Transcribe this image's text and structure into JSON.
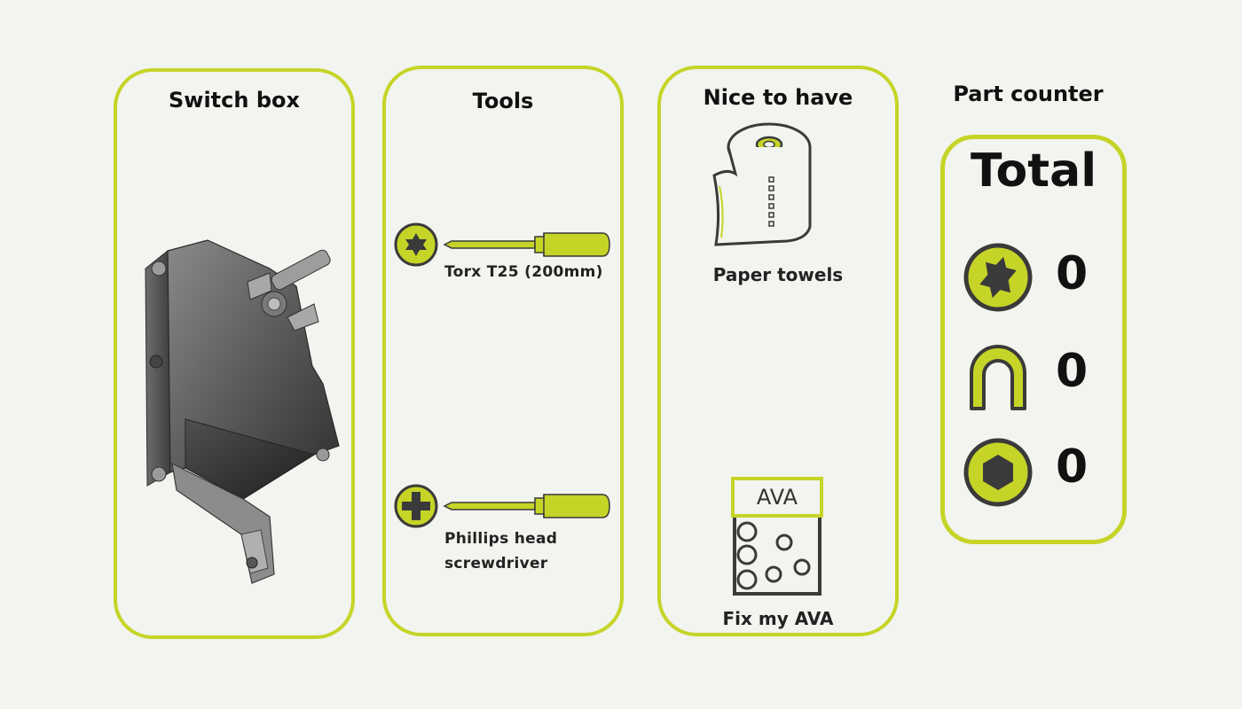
{
  "panels": {
    "switch_box": {
      "title": "Switch box"
    },
    "tools": {
      "title": "Tools",
      "items": [
        {
          "label": "Torx T25 (200mm)",
          "icon": "torx-screwdriver-icon"
        },
        {
          "label_line1": "Phillips head",
          "label_line2": "screwdriver",
          "icon": "phillips-screwdriver-icon"
        }
      ]
    },
    "nice_to_have": {
      "title": "Nice to have",
      "items": [
        {
          "label": "Paper towels",
          "icon": "paper-towel-roll-icon"
        },
        {
          "label": "Fix my AVA",
          "box_label": "AVA",
          "icon": "fix-my-ava-icon"
        }
      ]
    }
  },
  "part_counter": {
    "heading": "Part counter",
    "total_label": "Total",
    "rows": [
      {
        "icon": "torx-screw-icon",
        "count": "0"
      },
      {
        "icon": "u-clip-icon",
        "count": "0"
      },
      {
        "icon": "hex-screw-icon",
        "count": "0"
      }
    ]
  },
  "colors": {
    "accent": "#c6d427",
    "background": "#f2f4ef",
    "dark": "#3a3a3a"
  }
}
